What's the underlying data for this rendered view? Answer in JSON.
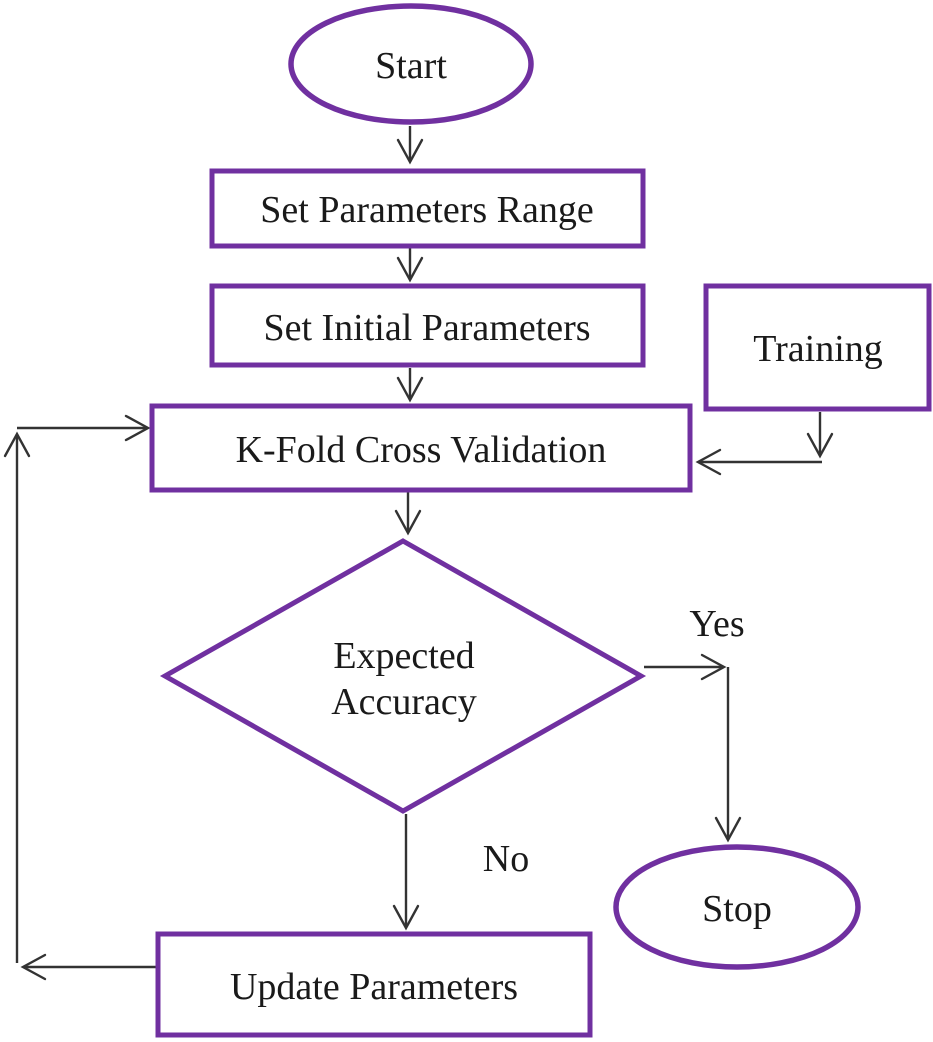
{
  "diagram": {
    "type": "flowchart",
    "background": "#ffffff",
    "colors": {
      "node_border": "#7030A0",
      "node_fill": "#ffffff",
      "connector": "#333333",
      "label_text": "#1a1a1a"
    },
    "nodes": {
      "start": {
        "label": "Start",
        "shape": "terminator"
      },
      "set_parameters_range": {
        "label": "Set Parameters Range",
        "shape": "process"
      },
      "set_initial_parameters": {
        "label": "Set Initial Parameters",
        "shape": "process"
      },
      "training": {
        "label": "Training",
        "shape": "process"
      },
      "kfold_cross_validation": {
        "label": "K-Fold Cross Validation",
        "shape": "process"
      },
      "expected_accuracy": {
        "label_line1": "Expected",
        "label_line2": "Accuracy",
        "shape": "decision"
      },
      "stop": {
        "label": "Stop",
        "shape": "terminator"
      },
      "update_parameters": {
        "label": "Update Parameters",
        "shape": "process"
      }
    },
    "edge_labels": {
      "yes": "Yes",
      "no": "No"
    },
    "edges": [
      {
        "from": "start",
        "to": "set_parameters_range",
        "label": ""
      },
      {
        "from": "set_parameters_range",
        "to": "set_initial_parameters",
        "label": ""
      },
      {
        "from": "set_initial_parameters",
        "to": "kfold_cross_validation",
        "label": ""
      },
      {
        "from": "training",
        "to": "kfold_cross_validation",
        "label": ""
      },
      {
        "from": "kfold_cross_validation",
        "to": "expected_accuracy",
        "label": ""
      },
      {
        "from": "expected_accuracy",
        "to": "stop",
        "label": "Yes"
      },
      {
        "from": "expected_accuracy",
        "to": "update_parameters",
        "label": "No"
      },
      {
        "from": "update_parameters",
        "to": "kfold_cross_validation",
        "label": ""
      }
    ]
  }
}
